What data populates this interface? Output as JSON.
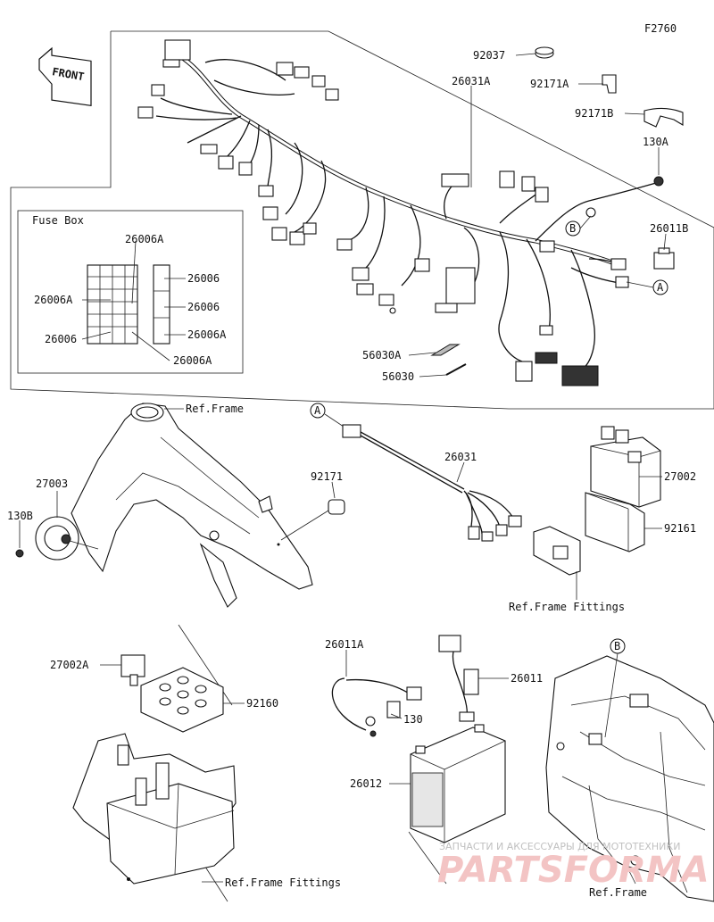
{
  "figure_id": "F2760",
  "front_label": "FRONT",
  "fuse_box_title": "Fuse Box",
  "callouts": {
    "p92037": "92037",
    "p26031A": "26031A",
    "p92171A": "92171A",
    "p92171B": "92171B",
    "p130A": "130A",
    "p26011B": "26011B",
    "mark_B": "B",
    "mark_A": "A",
    "p56030A": "56030A",
    "p56030": "56030",
    "fb_26006A_top": "26006A",
    "fb_26006_r1": "26006",
    "fb_26006A_left": "26006A",
    "fb_26006_r2": "26006",
    "fb_26006_left": "26006",
    "fb_26006A_r3": "26006A",
    "fb_26006A_bottom": "26006A",
    "ref_frame_top": "Ref.Frame",
    "p27003": "27003",
    "p130B": "130B",
    "p92171": "92171",
    "mark_A2": "A",
    "p26031": "26031",
    "p27002": "27002",
    "p92161": "92161",
    "ref_frame_fittings_mid": "Ref.Frame Fittings",
    "p27002A": "27002A",
    "p92160": "92160",
    "ref_frame_fittings_bottom": "Ref.Frame Fittings",
    "p26011A": "26011A",
    "p26011": "26011",
    "p130": "130",
    "p26012": "26012",
    "mark_B2": "B",
    "ref_frame_bottom": "Ref.Frame"
  },
  "watermark": {
    "line1": "ЗАПЧАСТИ И АКСЕССУАРЫ ДЛЯ МОТОТЕХНИКИ",
    "line2": "PARTSFORMA"
  }
}
